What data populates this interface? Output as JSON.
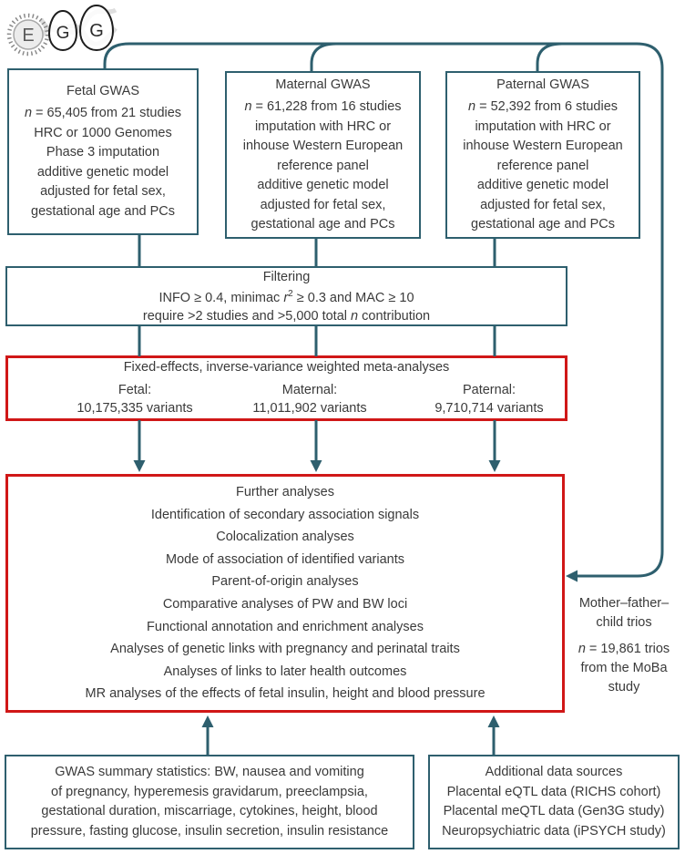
{
  "logo": {
    "letters": [
      "E",
      "G",
      "G"
    ]
  },
  "colors": {
    "teal": "#2e5f6e",
    "red": "#d01717",
    "text": "#3a3a3a"
  },
  "boxes": {
    "fetal": {
      "title": "Fetal GWAS",
      "n_italic": "n",
      "n_rest": " = 65,405 from 21 studies",
      "lines": [
        "HRC or 1000 Genomes",
        "Phase 3 imputation",
        "additive genetic model",
        "adjusted for fetal sex,",
        "gestational age and PCs"
      ]
    },
    "maternal": {
      "title": "Maternal GWAS",
      "n_italic": "n",
      "n_rest": " = 61,228 from 16 studies",
      "lines": [
        "imputation with HRC or",
        "inhouse Western European",
        "reference panel",
        "additive genetic model",
        "adjusted for fetal sex,",
        "gestational age and PCs"
      ]
    },
    "paternal": {
      "title": "Paternal GWAS",
      "n_italic": "n",
      "n_rest": " = 52,392 from 6 studies",
      "lines": [
        "imputation with HRC or",
        "inhouse Western European",
        "reference panel",
        "additive genetic model",
        "adjusted for fetal sex,",
        "gestational age and PCs"
      ]
    },
    "filtering": {
      "title": "Filtering",
      "line2_pre": "INFO ≥ 0.4, minimac ",
      "line2_r": "r",
      "line2_sup": "2",
      "line2_post": " ≥ 0.3 and MAC ≥ 10",
      "line3_pre": "require >2 studies and >5,000 total ",
      "line3_n": "n",
      "line3_post": " contribution"
    },
    "meta": {
      "title": "Fixed-effects, inverse-variance weighted meta-analyses",
      "columns": [
        {
          "label": "Fetal:",
          "value": "10,175,335 variants"
        },
        {
          "label": "Maternal:",
          "value": "11,011,902 variants"
        },
        {
          "label": "Paternal:",
          "value": "9,710,714 variants"
        }
      ]
    },
    "further": {
      "lines": [
        "Further analyses",
        "Identification of secondary association signals",
        "Colocalization analyses",
        "Mode of association of identified variants",
        "Parent-of-origin analyses",
        "Comparative analyses of PW and BW loci",
        "Functional annotation and enrichment analyses",
        "Analyses of genetic links with pregnancy and perinatal traits",
        "Analyses of links to later health outcomes",
        "MR analyses of the effects of fetal insulin, height and blood pressure"
      ]
    },
    "summary": {
      "lines": [
        "GWAS summary statistics: BW, nausea and vomiting",
        "of pregnancy, hyperemesis gravidarum, preeclampsia,",
        "gestational duration, miscarriage, cytokines, height, blood",
        "pressure, fasting glucose, insulin secretion, insulin resistance"
      ]
    },
    "additional": {
      "lines": [
        "Additional data sources",
        "Placental eQTL data (RICHS cohort)",
        "Placental meQTL data (Gen3G study)",
        "Neuropsychiatric data (iPSYCH study)"
      ]
    }
  },
  "trios": {
    "line1": "Mother–father–",
    "line2": "child trios",
    "n_italic": "n",
    "n_rest": " = 19,861 trios",
    "line4": "from the MoBa",
    "line5": "study"
  }
}
